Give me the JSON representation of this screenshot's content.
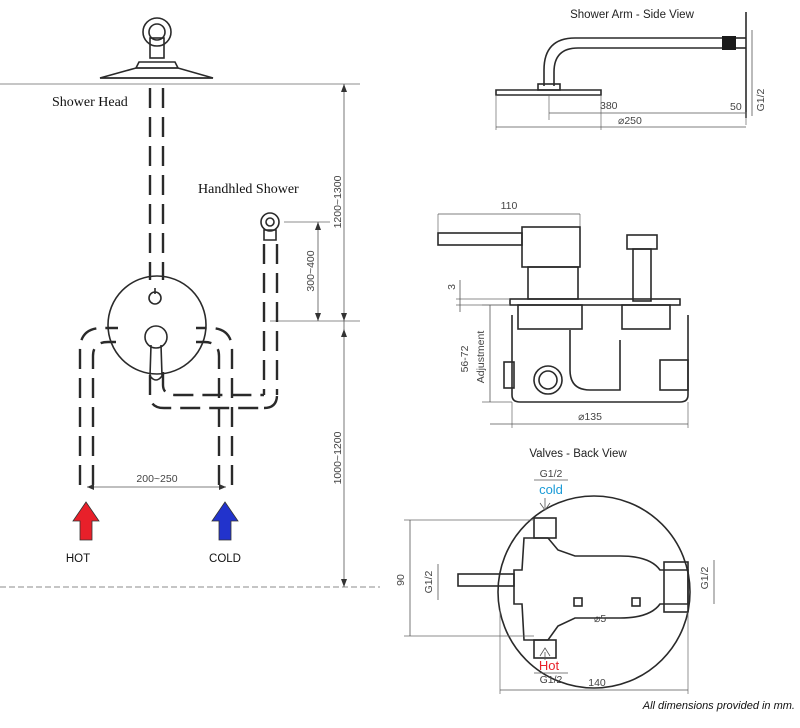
{
  "left": {
    "shower_head_label": "Shower Head",
    "handheld_label": "Handhled Shower",
    "hot_label": "HOT",
    "cold_label": "COLD",
    "dim_inlet_spacing": "200~250",
    "dim_head_height": "1200~1300",
    "dim_handheld_height": "300~400",
    "dim_valve_height": "1000~1200",
    "hot_arrow_color": "#e8202a",
    "cold_arrow_color": "#2233cc"
  },
  "arm": {
    "title": "Shower Arm - Side View",
    "dim_length": "380",
    "dim_head_dia": "⌀250",
    "dim_flange": "50",
    "dim_thread": "G1/2"
  },
  "valve_side": {
    "dim_width": "110",
    "dim_three": "3",
    "dim_adjust": "56-72",
    "adjust_label": "Adjustment",
    "dim_plate": "⌀135"
  },
  "back": {
    "title": "Valves - Back View",
    "top_thread": "G1/2",
    "cold_label": "cold",
    "hot_label": "Hot",
    "bottom_thread": "G1/2",
    "dim_height": "90",
    "left_thread": "G1/2",
    "right_thread": "G1/2",
    "dim_hole": "⌀5",
    "dim_width": "140",
    "cold_color": "#1a9bd7",
    "hot_color": "#e8202a"
  },
  "footer_note": "All dimensions provided in mm."
}
